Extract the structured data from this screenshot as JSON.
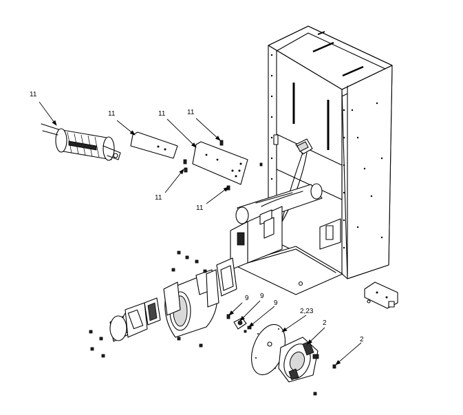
{
  "diagram": {
    "callouts": [
      {
        "id": "c1",
        "text": "11"
      },
      {
        "id": "c2",
        "text": "11"
      },
      {
        "id": "c3",
        "text": "11"
      },
      {
        "id": "c4",
        "text": "11"
      },
      {
        "id": "c5",
        "text": "11"
      },
      {
        "id": "c6",
        "text": "11"
      },
      {
        "id": "c7",
        "text": "9"
      },
      {
        "id": "c8",
        "text": "9"
      },
      {
        "id": "c9",
        "text": "9"
      },
      {
        "id": "c10",
        "text": "2,23"
      },
      {
        "id": "c11",
        "text": "2"
      },
      {
        "id": "c12",
        "text": "2"
      }
    ]
  }
}
